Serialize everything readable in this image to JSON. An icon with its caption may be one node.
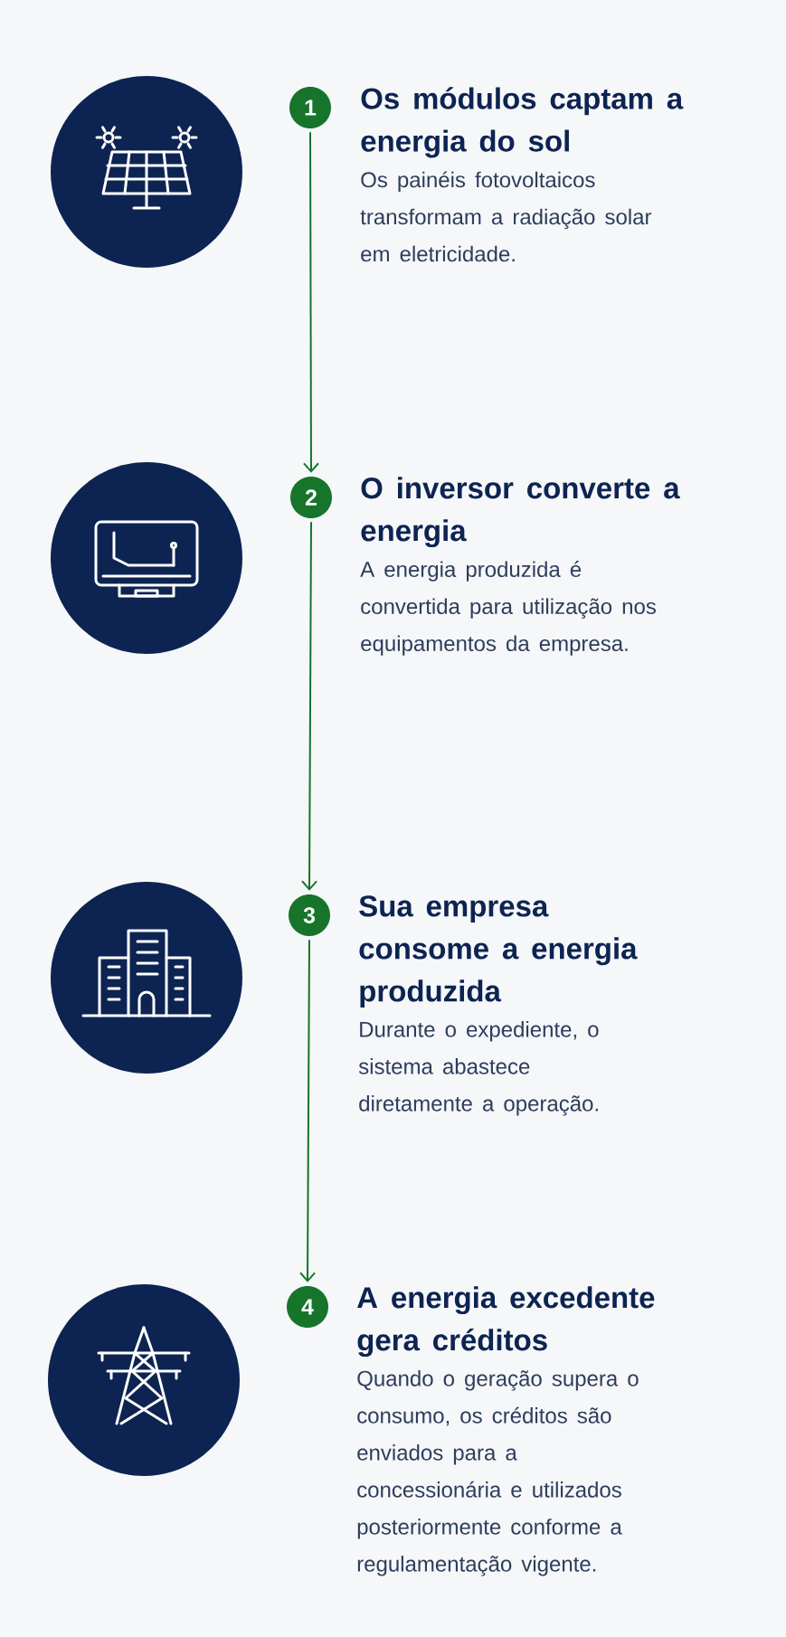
{
  "diagram": {
    "nodes": [
      {
        "text": [],
        "shape": "circle"
      },
      {
        "text": [
          "1"
        ]
      },
      {
        "text": [
          "Os módulos captam a energia do sol",
          "Os painéis fotovoltaicos transformam a radiação solar em eletricidade."
        ]
      },
      {
        "text": [],
        "shape": "circle"
      },
      {
        "text": [
          "2"
        ]
      },
      {
        "text": [
          "O inversor converte a energia",
          "A energia produzida é convertida para utilização nos equipamentos da empresa."
        ]
      },
      {
        "text": [],
        "shape": "circle"
      },
      {
        "text": [
          "3"
        ]
      },
      {
        "text": [
          "Sua empresa consome a energia produzida",
          "Durante o expediente, o sistema abastece diretamente a operação."
        ]
      },
      {
        "text": [],
        "shape": "circle"
      },
      {
        "text": [
          "4"
        ]
      },
      {
        "text": [
          "A energia excedente gera créditos",
          "Quando o geração supera o consumo, os créditos são enviados para a concessionária e utilizados posteriormente conforme a regulamentação vigente."
        ]
      }
    ],
    "edges": [
      {
        "from": 1,
        "to": 4,
        "arrow": "to"
      },
      {
        "from": 4,
        "to": 7,
        "arrow": "to"
      },
      {
        "from": 7,
        "to": 10,
        "arrow": "to"
      }
    ]
  }
}
